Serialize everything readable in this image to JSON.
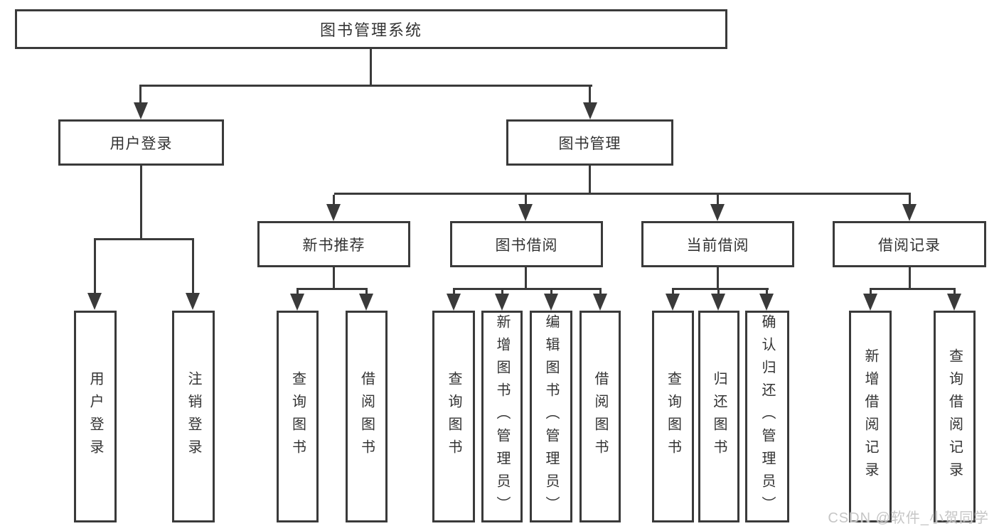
{
  "diagram": {
    "root": {
      "label": "图书管理系统"
    },
    "level2": [
      {
        "label": "用户登录"
      },
      {
        "label": "图书管理"
      }
    ],
    "level3": [
      {
        "label": "新书推荐"
      },
      {
        "label": "图书借阅"
      },
      {
        "label": "当前借阅"
      },
      {
        "label": "借阅记录"
      }
    ],
    "level4": [
      {
        "label": "用户登录"
      },
      {
        "label": "注销登录"
      },
      {
        "label": "查询图书"
      },
      {
        "label": "借阅图书"
      },
      {
        "label": "查询图书"
      },
      {
        "label": "新增图书（管理员）"
      },
      {
        "label": "编辑图书（管理员）"
      },
      {
        "label": "借阅图书"
      },
      {
        "label": "查询图书"
      },
      {
        "label": "归还图书"
      },
      {
        "label": "确认归还（管理员）"
      },
      {
        "label": "新增借阅记录"
      },
      {
        "label": "查询借阅记录"
      }
    ],
    "colors": {
      "line": "#3a3a3a",
      "text": "#333333",
      "background": "#ffffff",
      "watermark": "#c6c6c6"
    }
  },
  "watermark": {
    "text": "CSDN @软件_小贺同学"
  }
}
